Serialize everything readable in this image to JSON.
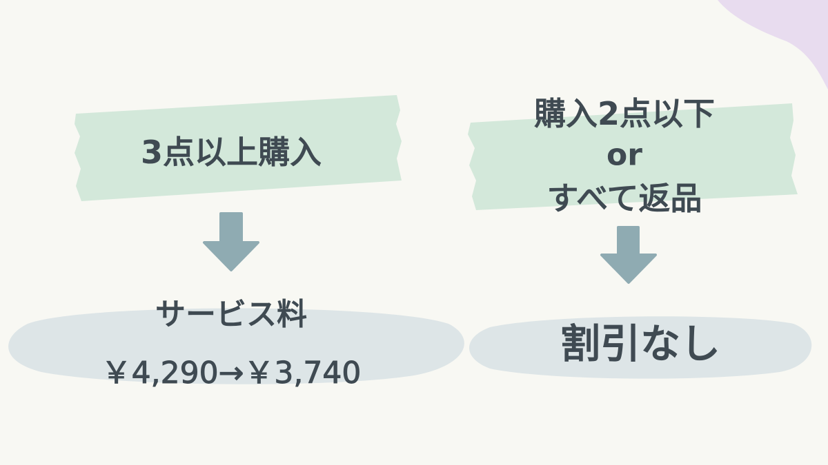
{
  "colors": {
    "background": "#f8f8f3",
    "tape": "#d3e8da",
    "ellipse": "#dde5e7",
    "arrow": "#8fabb2",
    "text": "#3f4a52",
    "blob": "#e8dcef"
  },
  "left": {
    "condition": "3点以上購入",
    "result_label": "サービス料",
    "result_price": "￥4,290→￥3,740"
  },
  "right": {
    "condition_line1": "購入2点以下",
    "condition_line2": "or",
    "condition_line3": "すべて返品",
    "result": "割引なし"
  },
  "icons": {
    "arrow": "arrow-down-icon"
  }
}
